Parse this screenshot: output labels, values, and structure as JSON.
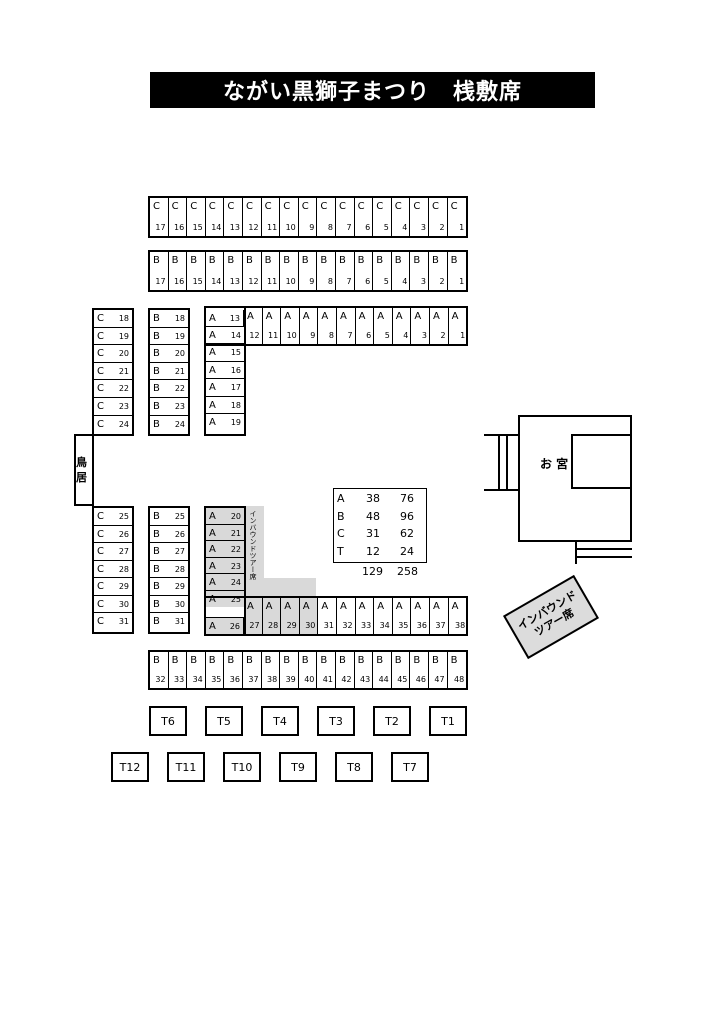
{
  "title": "ながい黒獅子まつり　桟敷席",
  "torii_label": "鳥居",
  "shrine_label": "お 宮",
  "inbound_vertical_label": "インバウンドツアー席",
  "inbound_badge": {
    "line1": "インバウンド",
    "line2": "ツアー席"
  },
  "summary": {
    "rows": [
      {
        "letter": "A",
        "count": "38",
        "seats": "76"
      },
      {
        "letter": "B",
        "count": "48",
        "seats": "96"
      },
      {
        "letter": "C",
        "count": "31",
        "seats": "62"
      },
      {
        "letter": "T",
        "count": "12",
        "seats": "24"
      }
    ],
    "total_count": "129",
    "total_seats": "258"
  },
  "tables_row1": [
    "T6",
    "T5",
    "T4",
    "T3",
    "T2",
    "T1"
  ],
  "tables_row2": [
    "T12",
    "T11",
    "T10",
    "T9",
    "T8",
    "T7"
  ],
  "seats": {
    "c_top": {
      "letter": "C",
      "numbers": [
        "17",
        "16",
        "15",
        "14",
        "13",
        "12",
        "11",
        "10",
        "9",
        "8",
        "7",
        "6",
        "5",
        "4",
        "3",
        "2",
        "1"
      ]
    },
    "b_top": {
      "letter": "B",
      "numbers": [
        "17",
        "16",
        "15",
        "14",
        "13",
        "12",
        "11",
        "10",
        "9",
        "8",
        "7",
        "6",
        "5",
        "4",
        "3",
        "2",
        "1"
      ]
    },
    "a_top": {
      "letter": "A",
      "numbers": [
        "12",
        "11",
        "10",
        "9",
        "8",
        "7",
        "6",
        "5",
        "4",
        "3",
        "2",
        "1"
      ]
    },
    "a_corner": {
      "letter": "A",
      "number": "13"
    },
    "a_col_upper": {
      "letter": "A",
      "numbers": [
        "14",
        "15",
        "16",
        "17",
        "18",
        "19"
      ]
    },
    "b_col_upper": {
      "letter": "B",
      "numbers": [
        "18",
        "19",
        "20",
        "21",
        "22",
        "23",
        "24"
      ]
    },
    "c_col_upper": {
      "letter": "C",
      "numbers": [
        "18",
        "19",
        "20",
        "21",
        "22",
        "23",
        "24"
      ]
    },
    "c_col_lower": {
      "letter": "C",
      "numbers": [
        "25",
        "26",
        "27",
        "28",
        "29",
        "30",
        "31"
      ]
    },
    "b_col_lower": {
      "letter": "B",
      "numbers": [
        "25",
        "26",
        "27",
        "28",
        "29",
        "30",
        "31"
      ]
    },
    "a_col_lower": {
      "letter": "A",
      "numbers": [
        "20",
        "21",
        "22",
        "23",
        "24",
        "25"
      ]
    },
    "a_corner_lower": {
      "letter": "A",
      "number": "26"
    },
    "a_bottom": {
      "letter": "A",
      "numbers": [
        "27",
        "28",
        "29",
        "30",
        "31",
        "32",
        "33",
        "34",
        "35",
        "36",
        "37",
        "38"
      ]
    },
    "b_bottom": {
      "letter": "B",
      "numbers": [
        "32",
        "33",
        "34",
        "35",
        "36",
        "37",
        "38",
        "39",
        "40",
        "41",
        "42",
        "43",
        "44",
        "45",
        "46",
        "47",
        "48"
      ]
    }
  },
  "colors": {
    "inbound_fill": "#d9d9d9",
    "border": "#000000",
    "title_bg": "#000000",
    "title_fg": "#ffffff"
  }
}
